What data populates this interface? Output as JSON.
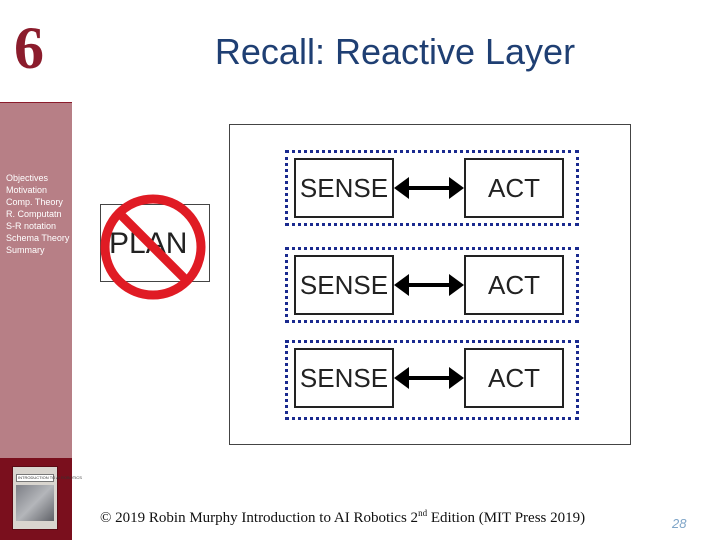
{
  "slide": {
    "chapter_number": "6",
    "title": "Recall: Reactive Layer",
    "page_number": "28"
  },
  "sidebar": {
    "items": [
      "Objectives",
      "Motivation",
      "Comp. Theory",
      "R. Computatn",
      "S-R notation",
      "Schema Theory",
      "Summary"
    ],
    "book_thumbnail": {
      "cover_label": "INTRODUCTION TO AI ROBOTICS"
    }
  },
  "diagram": {
    "rows": [
      {
        "sense": "SENSE",
        "act": "ACT"
      },
      {
        "sense": "SENSE",
        "act": "ACT"
      },
      {
        "sense": "SENSE",
        "act": "ACT"
      }
    ],
    "plan_label": "PLAN",
    "colors": {
      "row_border": "#1a2a8f",
      "prohibition": "#e01b24"
    }
  },
  "footer": {
    "text_before": "© 2019 Robin Murphy Introduction to AI Robotics 2",
    "superscript": "nd",
    "text_after": " Edition (MIT Press 2019)"
  },
  "colors": {
    "chapter": "#8b1c2c",
    "title": "#1f3f73",
    "sidebar": "#b77f86",
    "page_number": "#7fa5c8"
  }
}
